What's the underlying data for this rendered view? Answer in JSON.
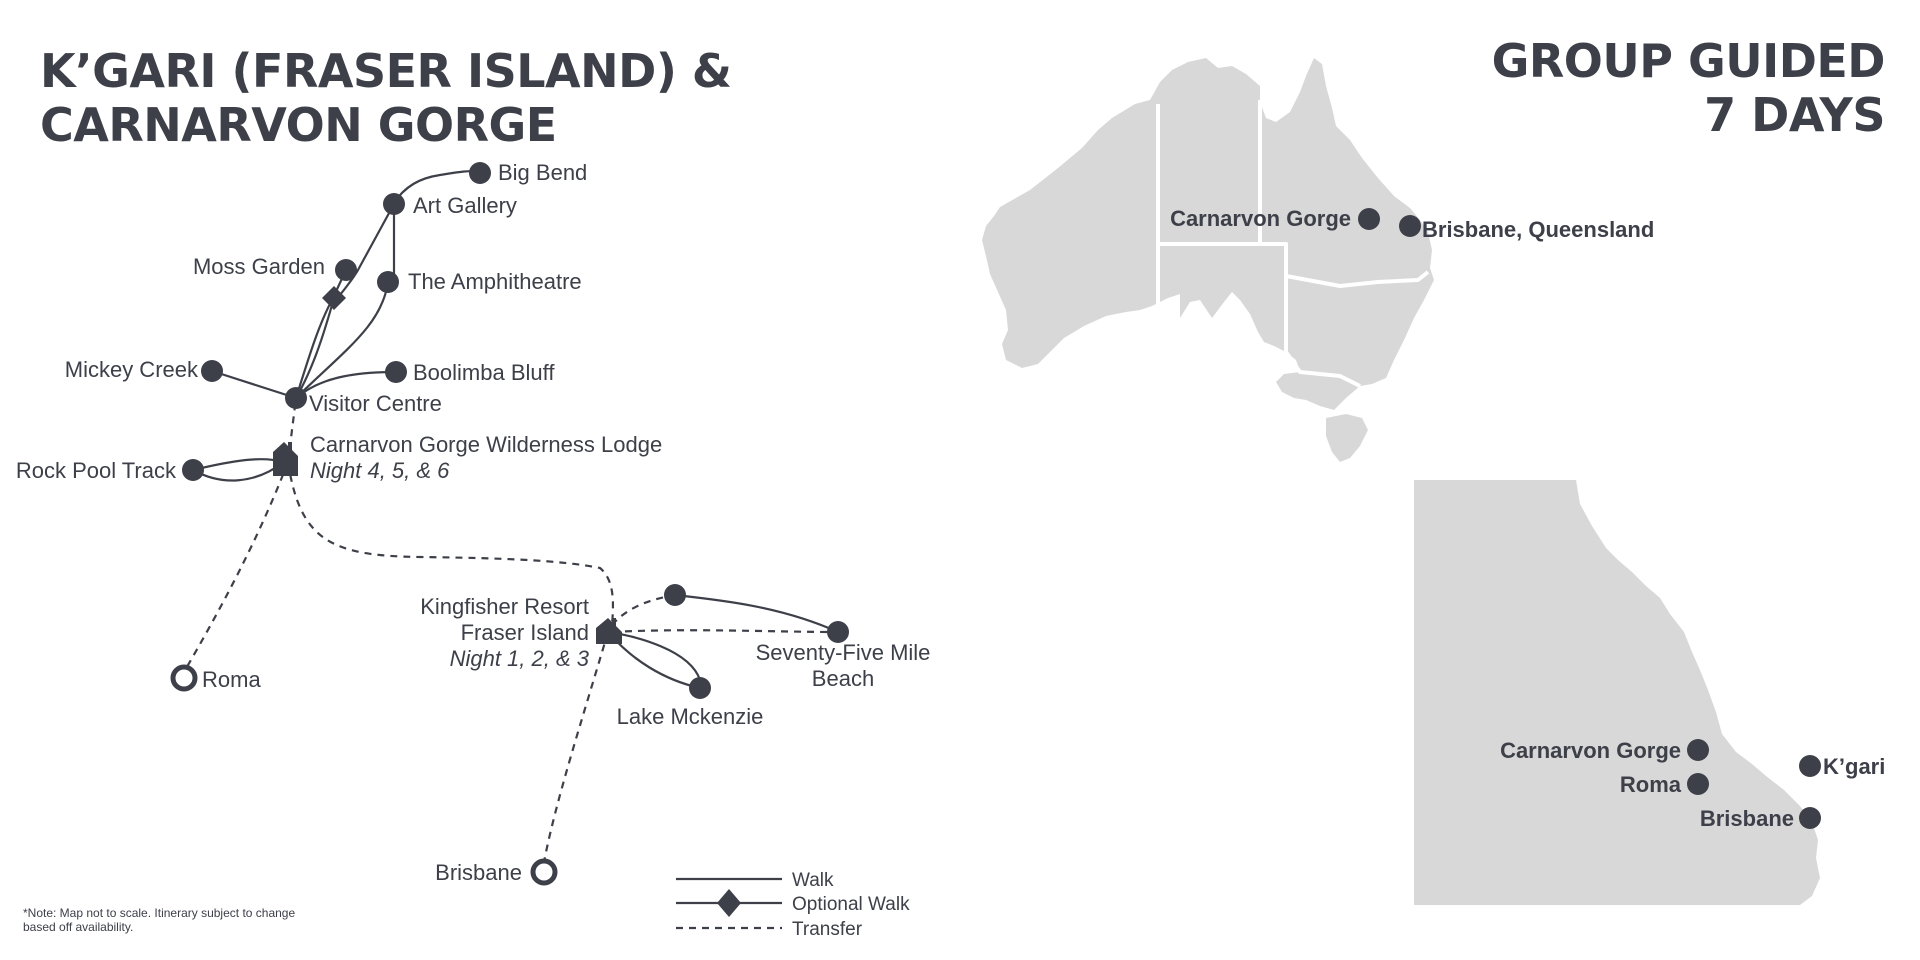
{
  "colors": {
    "ink": "#3d4049",
    "land": "#d8d8d8",
    "background": "#ffffff"
  },
  "title": {
    "line1": "K’GARI (FRASER ISLAND) &",
    "line2": "CARNARVON GORGE"
  },
  "tour": {
    "line1": "GROUP GUIDED",
    "line2": "7 DAYS"
  },
  "note": "*Note: Map not to scale. Itinerary subject to change based off availability.",
  "route_map": {
    "stops": {
      "big_bend": "Big Bend",
      "art_gallery": "Art Gallery",
      "moss_garden": "Moss Garden",
      "amphitheatre": "The Amphitheatre",
      "mickey_creek": "Mickey Creek",
      "boolimba_bluff": "Boolimba Bluff",
      "visitor_centre": "Visitor Centre",
      "rock_pool_track": "Rock Pool Track",
      "roma": "Roma",
      "lake_mckenzie": "Lake Mckenzie",
      "brisbane": "Brisbane"
    },
    "lodge": {
      "name": "Carnarvon Gorge Wilderness Lodge",
      "nights": "Night 4, 5, & 6",
      "icon": "lodge-house-icon"
    },
    "resort": {
      "name_line1": "Kingfisher Resort",
      "name_line2": "Fraser Island",
      "nights": "Night 1, 2, & 3",
      "icon": "resort-house-icon"
    },
    "beach": {
      "line1": "Seventy-Five Mile",
      "line2": "Beach"
    }
  },
  "legend": {
    "walk": "Walk",
    "optional_walk": "Optional Walk",
    "transfer": "Transfer"
  },
  "australia_inset": {
    "carnarvon": "Carnarvon Gorge",
    "brisbane": "Brisbane, Queensland"
  },
  "queensland_inset": {
    "carnarvon": "Carnarvon Gorge",
    "roma": "Roma",
    "kgari": "K’gari",
    "brisbane": "Brisbane"
  }
}
